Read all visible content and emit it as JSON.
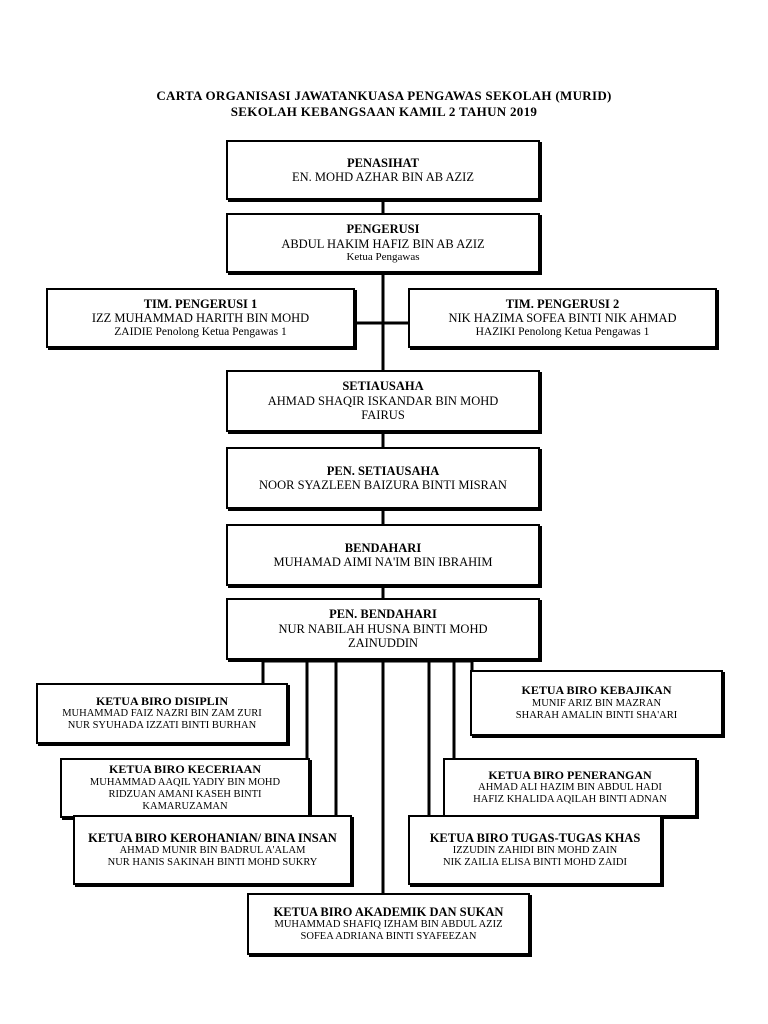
{
  "title": {
    "line1": "CARTA ORGANISASI JAWATANKUASA PENGAWAS SEKOLAH (MURID)",
    "line2": "SEKOLAH KEBANGSAAN KAMIL 2 TAHUN 2019"
  },
  "penasihat": {
    "heading": "PENASIHAT",
    "lines": [
      "EN. MOHD AZHAR BIN AB AZIZ"
    ]
  },
  "pengerusi": {
    "heading": "PENGERUSI",
    "lines": [
      "ABDUL HAKIM HAFIZ BIN AB AZIZ",
      "Ketua Pengawas"
    ]
  },
  "tim1": {
    "heading": "TIM. PENGERUSI 1",
    "lines": [
      "IZZ MUHAMMAD HARITH BIN MOHD",
      "ZAIDIE Penolong Ketua Pengawas 1"
    ]
  },
  "tim2": {
    "heading": "TIM. PENGERUSI 2",
    "lines": [
      "NIK HAZIMA SOFEA BINTI NIK AHMAD",
      "HAZIKI Penolong Ketua Pengawas 1"
    ]
  },
  "setiausaha": {
    "heading": "SETIAUSAHA",
    "lines": [
      "AHMAD SHAQIR ISKANDAR BIN MOHD",
      "FAIRUS"
    ]
  },
  "pen_setiausaha": {
    "heading": "PEN. SETIAUSAHA",
    "lines": [
      "NOOR SYAZLEEN BAIZURA BINTI MISRAN"
    ]
  },
  "bendahari": {
    "heading": "BENDAHARI",
    "lines": [
      "MUHAMAD AIMI NA'IM BIN IBRAHIM"
    ]
  },
  "pen_bendahari": {
    "heading": "PEN. BENDAHARI",
    "lines": [
      "NUR NABILAH HUSNA BINTI MOHD",
      "ZAINUDDIN"
    ]
  },
  "disiplin": {
    "heading": "KETUA BIRO DISIPLIN",
    "lines": [
      "MUHAMMAD FAIZ NAZRI BIN ZAM ZURI",
      "NUR SYUHADA IZZATI BINTI BURHAN"
    ]
  },
  "kebajikan": {
    "heading": "KETUA BIRO KEBAJIKAN",
    "lines": [
      "MUNIF ARIZ BIN MAZRAN",
      "SHARAH AMALIN BINTI SHA'ARI"
    ]
  },
  "keceriaan": {
    "heading": "KETUA BIRO KECERIAAN",
    "lines": [
      "MUHAMMAD AAQIL YADIY BIN MOHD",
      "RIDZUAN AMANI KASEH BINTI",
      "KAMARUZAMAN"
    ]
  },
  "penerangan": {
    "heading": "KETUA BIRO PENERANGAN",
    "lines": [
      "AHMAD ALI HAZIM BIN ABDUL HADI",
      "HAFIZ KHALIDA AQILAH BINTI ADNAN"
    ]
  },
  "kerohanian": {
    "heading": "KETUA BIRO KEROHANIAN/ BINA INSAN",
    "lines": [
      "AHMAD MUNIR BIN BADRUL A'ALAM",
      "NUR HANIS SAKINAH BINTI MOHD SUKRY"
    ]
  },
  "tugas": {
    "heading": "KETUA BIRO TUGAS-TUGAS KHAS",
    "lines": [
      "IZZUDIN ZAHIDI BIN MOHD ZAIN",
      "NIK ZAILIA ELISA BINTI MOHD ZAIDI"
    ]
  },
  "akademik": {
    "heading": "KETUA BIRO AKADEMIK DAN SUKAN",
    "lines": [
      "MUHAMMAD SHAFIQ IZHAM BIN ABDUL AZIZ",
      "SOFEA ADRIANA BINTI SYAFEEZAN"
    ]
  }
}
